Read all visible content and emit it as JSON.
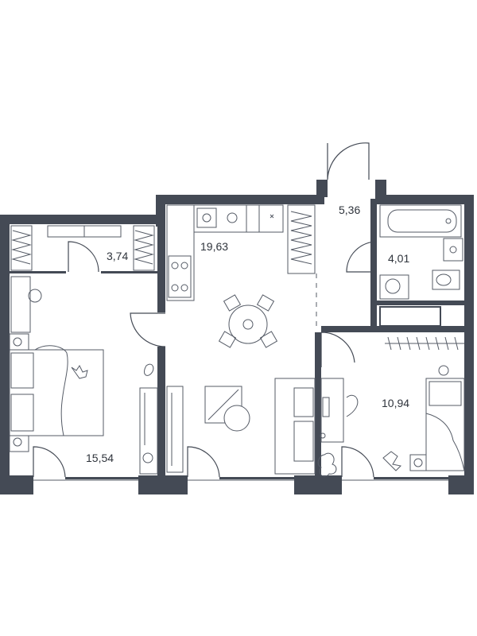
{
  "floor_plan": {
    "rooms": [
      {
        "id": "wardrobe",
        "area": "3,74"
      },
      {
        "id": "kitchen-living",
        "area": "19,63"
      },
      {
        "id": "hallway",
        "area": "5,36"
      },
      {
        "id": "bathroom",
        "area": "4,01"
      },
      {
        "id": "bedroom-left",
        "area": "15,54"
      },
      {
        "id": "bedroom-right",
        "area": "10,94"
      }
    ]
  },
  "colors": {
    "wall": "#444a55",
    "line": "#555b66",
    "text": "#2f343c"
  }
}
